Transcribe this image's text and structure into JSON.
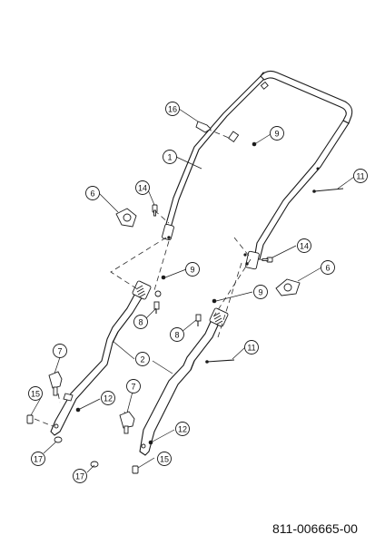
{
  "document_number": "811-006665-00",
  "callout_labels": [
    "16",
    "1",
    "9",
    "14",
    "6",
    "11",
    "14",
    "6",
    "9",
    "8",
    "9",
    "8",
    "2",
    "11",
    "7",
    "15",
    "12",
    "7",
    "17",
    "12",
    "17",
    "15"
  ],
  "colors": {
    "line": "#1a1a1a",
    "background": "#ffffff"
  }
}
